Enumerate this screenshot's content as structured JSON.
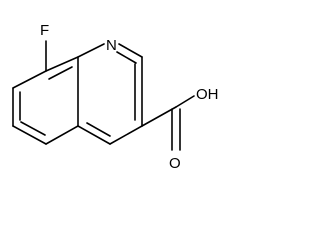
{
  "structure": {
    "atoms": {
      "fluorine": "F",
      "nitrogen": "N",
      "hydroxyl": "OH",
      "carbonyl_oxygen": "O"
    }
  }
}
